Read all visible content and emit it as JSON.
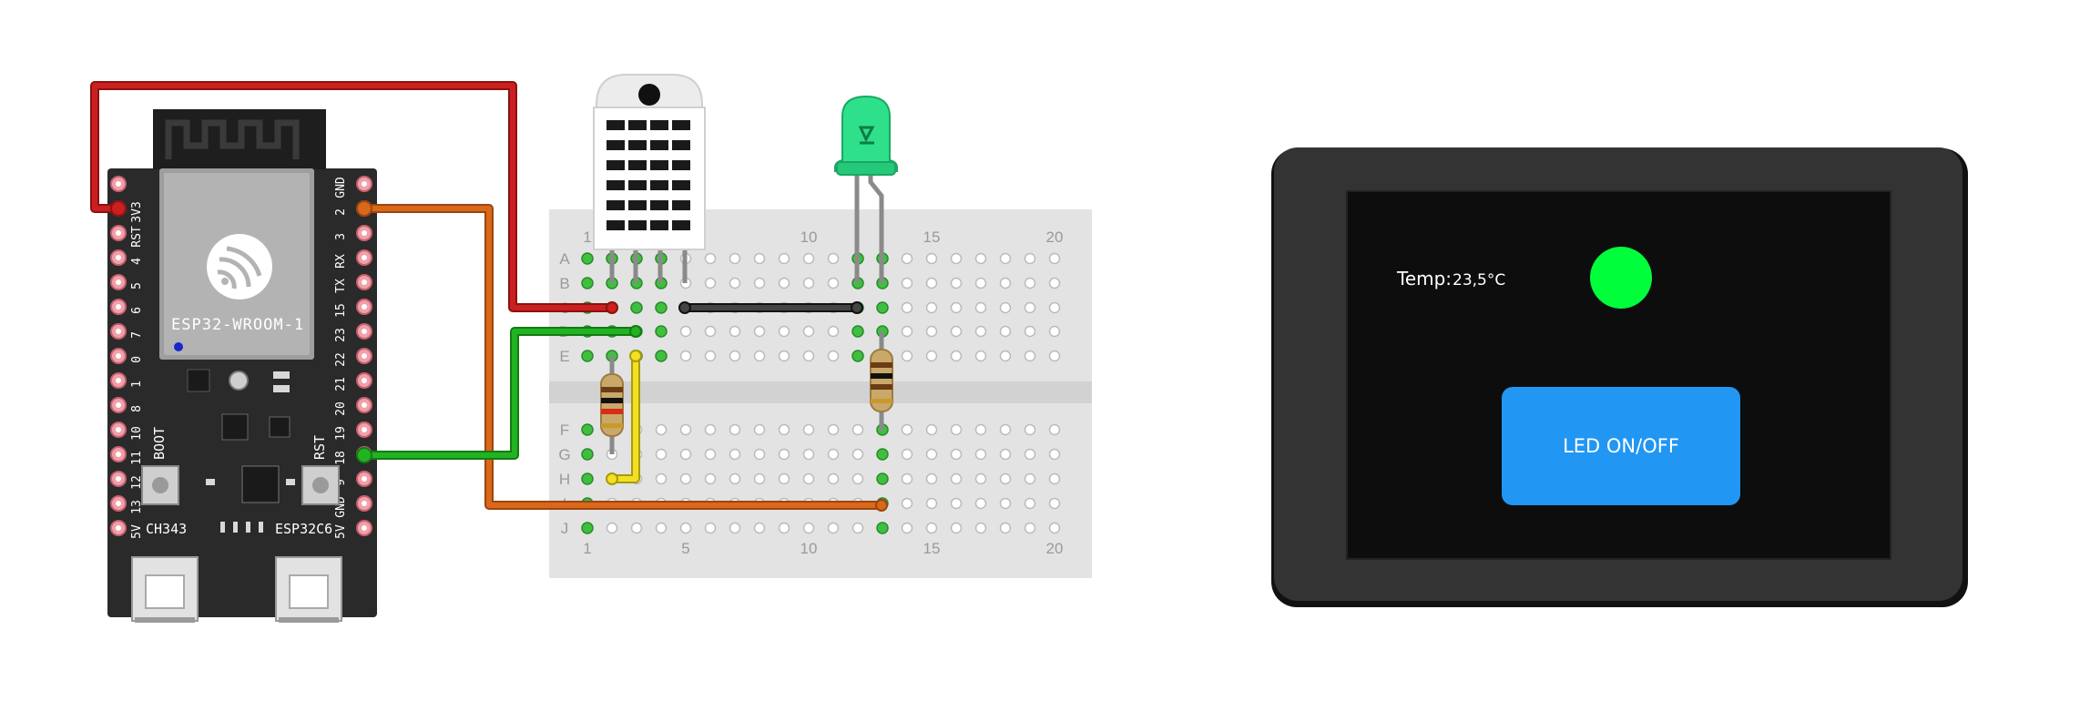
{
  "esp32": {
    "module_label": "ESP32-WROOM-1",
    "chip_label": "ESP32C6",
    "usb_chip_label": "CH343",
    "boot_label": "BOOT",
    "rst_label": "RST",
    "left_pins": [
      "3V3",
      "RST",
      "4",
      "5",
      "6",
      "7",
      "0",
      "1",
      "8",
      "10",
      "11",
      "12",
      "13",
      "5V"
    ],
    "right_pins": [
      "GND",
      "2",
      "3",
      "RX",
      "TX",
      "15",
      "23",
      "22",
      "21",
      "20",
      "19",
      "18",
      "9",
      "GND",
      "5V"
    ]
  },
  "breadboard": {
    "column_numbers": [
      "1",
      "5",
      "10",
      "15",
      "20"
    ],
    "rows_top": [
      "A",
      "B",
      "C",
      "D",
      "E"
    ],
    "rows_bottom": [
      "F",
      "G",
      "H",
      "I",
      "J"
    ]
  },
  "display": {
    "temp_label": "Temp:",
    "temp_value": "23,5°C",
    "button_label": "LED ON/OFF",
    "led_color": "#00ff3a",
    "button_color": "#2196f3"
  },
  "colors": {
    "wire_red": "#cc1f1f",
    "wire_orange": "#d9681a",
    "wire_green": "#22b322",
    "wire_yellow": "#f2e022",
    "wire_black": "#222222"
  }
}
